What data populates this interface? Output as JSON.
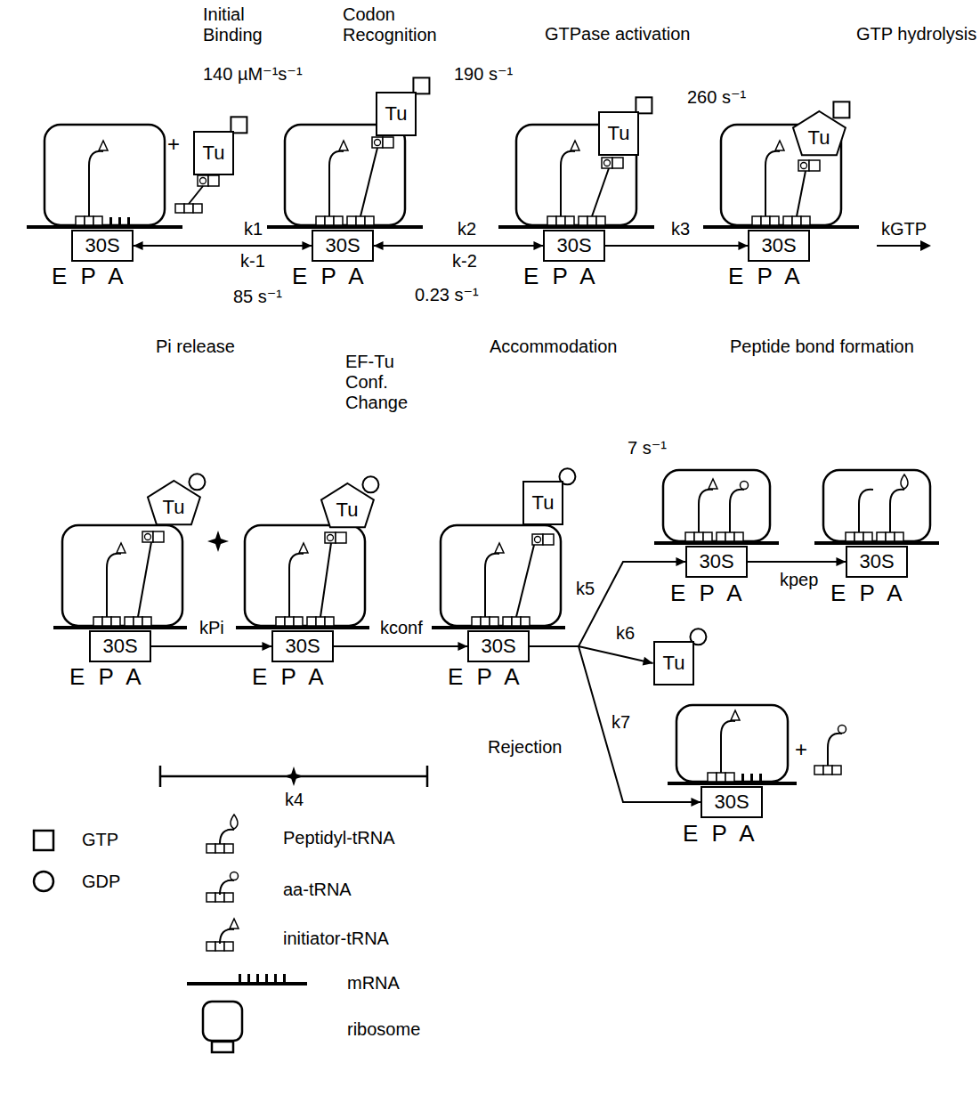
{
  "diagram": {
    "nodes": [
      {
        "text": [
          "30S"
        ]
      },
      {
        "text": [
          "Tu"
        ]
      },
      {
        "text": [
          "Tu"
        ]
      },
      {
        "text": [
          "30S"
        ]
      },
      {
        "text": [
          "Tu"
        ]
      },
      {
        "text": [
          "30S"
        ]
      },
      {
        "text": [
          "Tu"
        ]
      },
      {
        "text": [
          "30S"
        ]
      },
      {
        "text": [
          "Tu"
        ]
      },
      {
        "text": [
          "30S"
        ]
      },
      {
        "text": [
          "Tu"
        ]
      },
      {
        "text": [
          "30S"
        ]
      },
      {
        "text": [
          "Tu"
        ]
      },
      {
        "text": [
          "30S"
        ]
      },
      {
        "text": [
          "30S"
        ]
      },
      {
        "text": [
          "30S"
        ]
      },
      {
        "text": [
          "Tu"
        ]
      },
      {
        "text": [
          "30S"
        ]
      }
    ],
    "edges": [
      {
        "from": 0,
        "to": 3,
        "arrow": "both",
        "label": "k1"
      },
      {
        "from": 3,
        "to": 5,
        "arrow": "both",
        "label": "k2"
      },
      {
        "from": 5,
        "to": 7,
        "arrow": "to",
        "label": "k3"
      },
      {
        "from": 9,
        "to": 11,
        "arrow": "to",
        "label": "kPi"
      },
      {
        "from": 11,
        "to": 13,
        "arrow": "to",
        "label": "kconf"
      },
      {
        "from": 13,
        "to": 14,
        "arrow": "to",
        "label": "k5"
      },
      {
        "from": 14,
        "to": 15,
        "arrow": "to",
        "label": "kpep"
      },
      {
        "from": 13,
        "to": 16,
        "arrow": "to",
        "label": "k6"
      },
      {
        "from": 13,
        "to": 17,
        "arrow": "to",
        "label": "k7"
      }
    ],
    "labels": [
      "Initial Binding",
      "Codon Recognition",
      "GTPase activation",
      "GTP hydrolysis",
      "140 µM⁻¹s⁻¹",
      "190 s⁻¹",
      "260 s⁻¹",
      "+",
      "k-1",
      "k-2",
      "kGTP",
      "E P A",
      "E P A",
      "E P A",
      "E P A",
      "85 s⁻¹",
      "0.23 s⁻¹",
      "Pi release",
      "EF-Tu Conf. Change",
      "Accommodation",
      "Peptide bond formation",
      "7 s⁻¹",
      "E P A",
      "E P A",
      "E P A",
      "E P A",
      "E P A",
      "Rejection",
      "+",
      "k4",
      "E P A"
    ],
    "legend": [
      {
        "text": "GTP"
      },
      {
        "text": "GDP"
      },
      {
        "text": "Peptidyl-tRNA"
      },
      {
        "text": "aa-tRNA"
      },
      {
        "text": "initiator-tRNA"
      },
      {
        "text": "mRNA"
      },
      {
        "text": "ribosome"
      }
    ]
  }
}
